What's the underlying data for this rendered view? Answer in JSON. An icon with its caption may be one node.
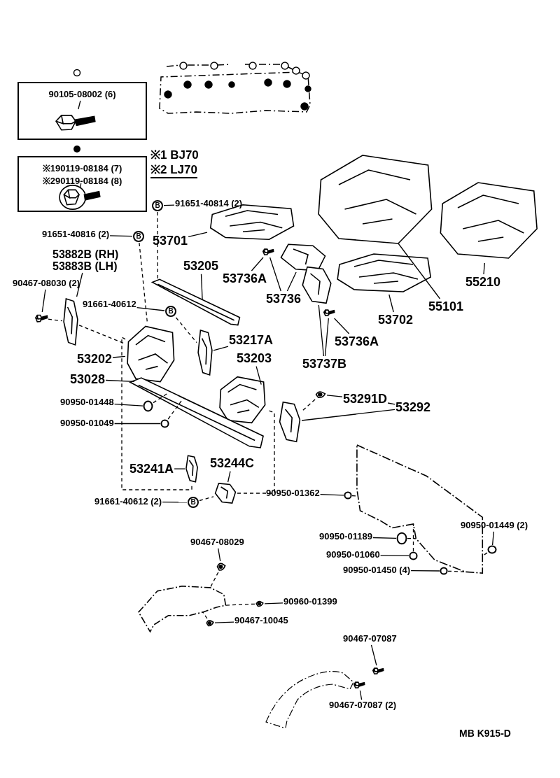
{
  "diagram": {
    "nodes": [
      {
        "text": [
          "90105-08002 (6)"
        ]
      },
      {
        "text": [],
        "shape": "picture",
        "in": 0
      },
      {
        "text": [
          "※190119-08184 (7)",
          "※290119-08184 (8)"
        ]
      },
      {
        "text": [],
        "shape": "picture",
        "in": 2
      },
      {
        "text": [
          "B"
        ]
      },
      {
        "text": [
          "91651-40814 (2)"
        ]
      },
      {
        "text": [
          "91651-40816 (2)"
        ]
      },
      {
        "text": [
          "B"
        ]
      },
      {
        "text": [
          "53701"
        ]
      },
      {
        "text": [],
        "shape": "picture"
      },
      {
        "text": [
          "53205"
        ]
      },
      {
        "text": [],
        "shape": "picture"
      },
      {
        "text": [
          "53736A"
        ]
      },
      {
        "text": [],
        "shape": "picture"
      },
      {
        "text": [
          "53736"
        ]
      },
      {
        "text": [],
        "shape": "picture"
      },
      {
        "text": [
          "53882B (RH)",
          "53883B (LH)"
        ]
      },
      {
        "text": [
          "90467-08030 (2)"
        ]
      },
      {
        "text": [],
        "shape": "picture"
      },
      {
        "text": [],
        "shape": "picture"
      },
      {
        "text": [
          "91661-40612"
        ]
      },
      {
        "text": [
          "B"
        ]
      },
      {
        "text": [
          "53202"
        ]
      },
      {
        "text": [],
        "shape": "picture"
      },
      {
        "text": [
          "53217A"
        ]
      },
      {
        "text": [],
        "shape": "picture"
      },
      {
        "text": [
          "53203"
        ]
      },
      {
        "text": [],
        "shape": "picture"
      },
      {
        "text": [
          "53028"
        ]
      },
      {
        "text": [],
        "shape": "picture"
      },
      {
        "text": [
          "90950-01448"
        ]
      },
      {
        "text": [],
        "shape": "circle"
      },
      {
        "text": [
          "90950-01049"
        ]
      },
      {
        "text": [],
        "shape": "circle"
      },
      {
        "text": [
          "53241A"
        ]
      },
      {
        "text": [],
        "shape": "picture"
      },
      {
        "text": [
          "53244C"
        ]
      },
      {
        "text": [],
        "shape": "picture"
      },
      {
        "text": [
          "91661-40612 (2)"
        ]
      },
      {
        "text": [
          "B"
        ]
      },
      {
        "text": [
          "55210"
        ]
      },
      {
        "text": [],
        "shape": "picture"
      },
      {
        "text": [
          "55101"
        ]
      },
      {
        "text": [],
        "shape": "picture"
      },
      {
        "text": [
          "53702"
        ]
      },
      {
        "text": [],
        "shape": "picture"
      },
      {
        "text": [
          "53736A"
        ]
      },
      {
        "text": [],
        "shape": "picture"
      },
      {
        "text": [
          "53737B"
        ]
      },
      {
        "text": [],
        "shape": "picture"
      },
      {
        "text": [
          "53291D"
        ]
      },
      {
        "text": [],
        "shape": "picture"
      },
      {
        "text": [
          "53292"
        ]
      },
      {
        "text": [],
        "shape": "picture"
      },
      {
        "text": [
          "90950-01362"
        ]
      },
      {
        "text": [],
        "shape": "circle"
      },
      {
        "text": [
          "90950-01189"
        ]
      },
      {
        "text": [],
        "shape": "circle"
      },
      {
        "text": [
          "90950-01060"
        ]
      },
      {
        "text": [],
        "shape": "circle"
      },
      {
        "text": [
          "90950-01450 (4)"
        ]
      },
      {
        "text": [],
        "shape": "circle"
      },
      {
        "text": [
          "90950-01449 (2)"
        ]
      },
      {
        "text": [],
        "shape": "circle"
      },
      {
        "text": [
          "90467-08029"
        ]
      },
      {
        "text": [],
        "shape": "picture"
      },
      {
        "text": [
          "90960-01399"
        ]
      },
      {
        "text": [],
        "shape": "picture"
      },
      {
        "text": [
          "90467-10045"
        ]
      },
      {
        "text": [],
        "shape": "picture"
      },
      {
        "text": [
          "90467-07087"
        ]
      },
      {
        "text": [],
        "shape": "picture"
      },
      {
        "text": [
          "90467-07087 (2)"
        ]
      },
      {
        "text": [],
        "shape": "picture"
      },
      {
        "text": [],
        "shape": "picture"
      },
      {
        "text": [],
        "shape": "picture"
      }
    ],
    "edges": [
      {
        "from": 0,
        "to": 1,
        "arrow": "none"
      },
      {
        "from": 2,
        "to": 3,
        "arrow": "none"
      },
      {
        "from": 4,
        "to": 5,
        "arrow": "none"
      },
      {
        "from": 6,
        "to": 7,
        "arrow": "none"
      },
      {
        "from": 8,
        "to": 9,
        "arrow": "none"
      },
      {
        "from": 10,
        "to": 11,
        "arrow": "none"
      },
      {
        "from": 12,
        "to": 13,
        "arrow": "none"
      },
      {
        "from": 14,
        "to": 13,
        "arrow": "none"
      },
      {
        "from": 14,
        "to": 15,
        "arrow": "none"
      },
      {
        "from": 16,
        "to": 19,
        "arrow": "none"
      },
      {
        "from": 17,
        "to": 18,
        "arrow": "none"
      },
      {
        "from": 20,
        "to": 21,
        "arrow": "none"
      },
      {
        "from": 22,
        "to": 23,
        "arrow": "none"
      },
      {
        "from": 24,
        "to": 25,
        "arrow": "none"
      },
      {
        "from": 26,
        "to": 27,
        "arrow": "none"
      },
      {
        "from": 28,
        "to": 29,
        "arrow": "none"
      },
      {
        "from": 30,
        "to": 31,
        "arrow": "none"
      },
      {
        "from": 32,
        "to": 33,
        "arrow": "none"
      },
      {
        "from": 34,
        "to": 35,
        "arrow": "none"
      },
      {
        "from": 36,
        "to": 37,
        "arrow": "none"
      },
      {
        "from": 38,
        "to": 39,
        "arrow": "none"
      },
      {
        "from": 40,
        "to": 41,
        "arrow": "none"
      },
      {
        "from": 42,
        "to": 43,
        "arrow": "none"
      },
      {
        "from": 44,
        "to": 45,
        "arrow": "none"
      },
      {
        "from": 46,
        "to": 47,
        "arrow": "none"
      },
      {
        "from": 48,
        "to": 47,
        "arrow": "none"
      },
      {
        "from": 48,
        "to": 49,
        "arrow": "none"
      },
      {
        "from": 50,
        "to": 51,
        "arrow": "none"
      },
      {
        "from": 52,
        "to": 50,
        "arrow": "none"
      },
      {
        "from": 52,
        "to": 53,
        "arrow": "none"
      },
      {
        "from": 54,
        "to": 55,
        "arrow": "none"
      },
      {
        "from": 56,
        "to": 57,
        "arrow": "none"
      },
      {
        "from": 58,
        "to": 59,
        "arrow": "none"
      },
      {
        "from": 60,
        "to": 61,
        "arrow": "none"
      },
      {
        "from": 62,
        "to": 63,
        "arrow": "none"
      },
      {
        "from": 64,
        "to": 65,
        "arrow": "none"
      },
      {
        "from": 66,
        "to": 67,
        "arrow": "none"
      },
      {
        "from": 68,
        "to": 69,
        "arrow": "none"
      },
      {
        "from": 70,
        "to": 71,
        "arrow": "none"
      },
      {
        "from": 72,
        "to": 73,
        "arrow": "none"
      },
      {
        "from": 4,
        "to": 11,
        "arrow": "none",
        "style": "dashed"
      },
      {
        "from": 7,
        "to": 23,
        "arrow": "none",
        "style": "dashed"
      },
      {
        "from": 21,
        "to": 25,
        "arrow": "none",
        "style": "dashed"
      },
      {
        "from": 18,
        "to": 19,
        "arrow": "none",
        "style": "dashed"
      },
      {
        "from": 19,
        "to": 23,
        "arrow": "none",
        "style": "dashed"
      },
      {
        "from": 31,
        "to": 29,
        "arrow": "none",
        "style": "dashed"
      },
      {
        "from": 33,
        "to": 29,
        "arrow": "none",
        "style": "dashed"
      },
      {
        "from": 23,
        "to": 35,
        "arrow": "none",
        "style": "dashed"
      },
      {
        "from": 39,
        "to": 37,
        "arrow": "none",
        "style": "dashed"
      },
      {
        "from": 37,
        "to": 27,
        "arrow": "none",
        "style": "dashed"
      },
      {
        "from": 51,
        "to": 53,
        "arrow": "none",
        "style": "dashed"
      },
      {
        "from": 55,
        "to": 74,
        "arrow": "none",
        "style": "dashed"
      },
      {
        "from": 57,
        "to": 74,
        "arrow": "none",
        "style": "dashed"
      },
      {
        "from": 59,
        "to": 74,
        "arrow": "none",
        "style": "dashed"
      },
      {
        "from": 61,
        "to": 74,
        "arrow": "none",
        "style": "dashed"
      },
      {
        "from": 63,
        "to": 74,
        "arrow": "none",
        "style": "dashed"
      },
      {
        "from": 65,
        "to": 75,
        "arrow": "none",
        "style": "dashed"
      },
      {
        "from": 67,
        "to": 75,
        "arrow": "none",
        "style": "dashed"
      },
      {
        "from": 69,
        "to": 75,
        "arrow": "none",
        "style": "dashed"
      }
    ],
    "labels": [
      "※1 BJ70",
      "※2 LJ70",
      "MB K915-D"
    ]
  }
}
